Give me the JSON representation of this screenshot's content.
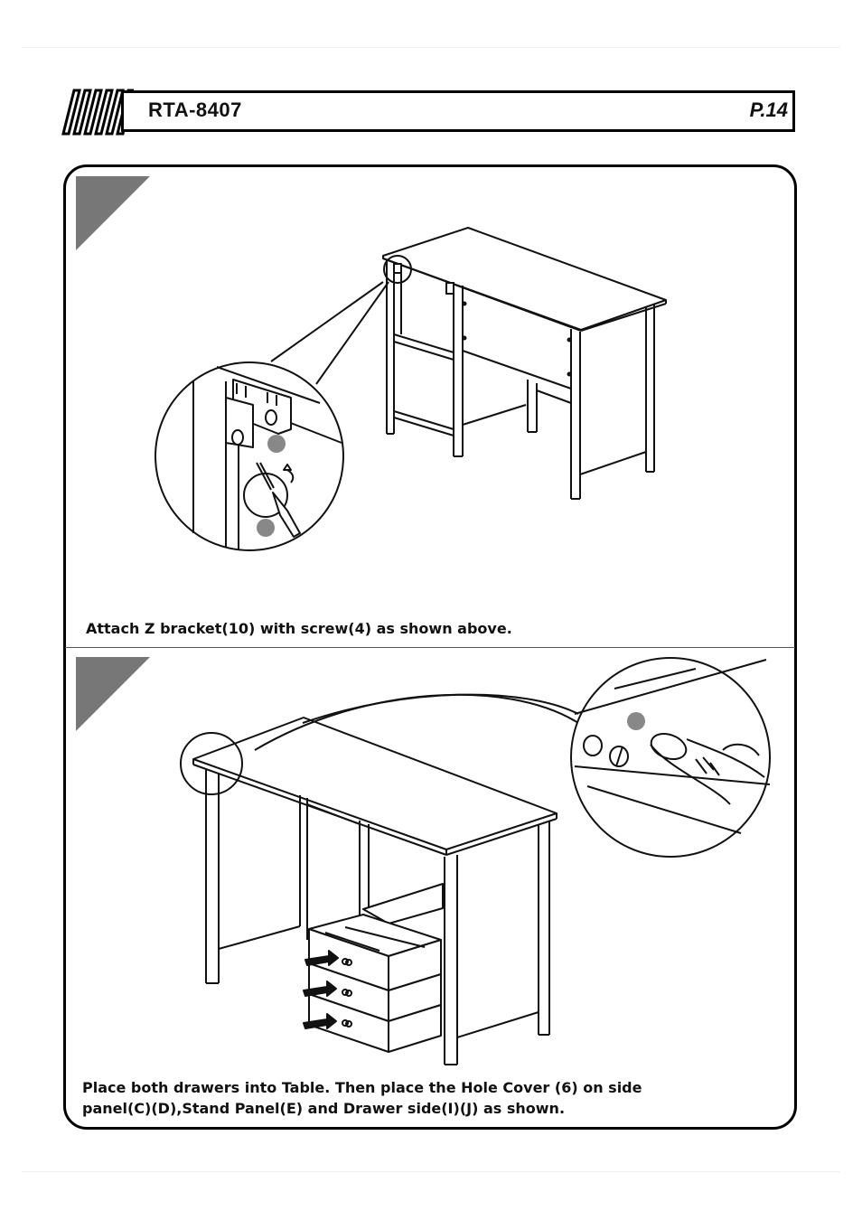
{
  "header": {
    "model": "RTA-8407",
    "page": "P.14"
  },
  "steps": [
    {
      "caption": "Attach Z bracket(10) with screw(4) as shown above."
    },
    {
      "caption_line1": "Place both drawers into Table. Then place the Hole Cover (6) on side",
      "caption_line2": "panel(C)(D),Stand Panel(E) and Drawer side(I)(J) as shown."
    }
  ]
}
